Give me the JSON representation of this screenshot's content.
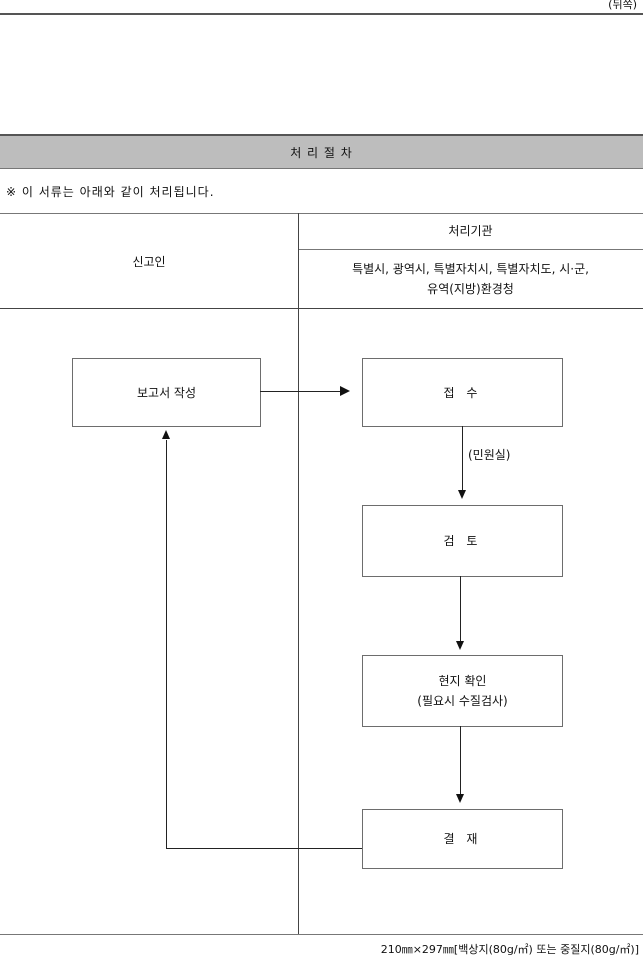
{
  "header": {
    "back_side": "(뒤쪽)"
  },
  "section": {
    "title": "처 리 절 차"
  },
  "note": "※ 이 서류는 아래와 같이 처리됩니다.",
  "table": {
    "applicant_label": "신고인",
    "agency_label": "처리기관",
    "agency_detail_line1": "특별시, 광역시, 특별자치시, 특별자치도, 시·군,",
    "agency_detail_line2": "유역(지방)환경청"
  },
  "flow": {
    "write_report": "보고서 작성",
    "receipt": "접 수",
    "receipt_note": "(민원실)",
    "review": "검 토",
    "site_check_line1": "현지 확인",
    "site_check_line2": "(필요시 수질검사)",
    "approval": "결 재"
  },
  "footer": {
    "paper_spec": "210㎜×297㎜[백상지(80g/㎡) 또는 중질지(80g/㎡)]"
  }
}
